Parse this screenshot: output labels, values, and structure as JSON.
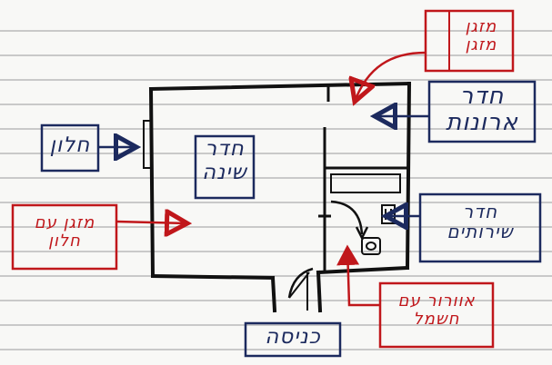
{
  "bedroom": {
    "line1": "חדר",
    "line2": "שינה"
  },
  "wardrobe_room": {
    "line1": "חדר",
    "line2": "ארונות"
  },
  "bathroom": {
    "line1": "חדר",
    "line2": "שירותים"
  },
  "window": {
    "label": "חלון"
  },
  "entrance": {
    "label": "כניסה"
  },
  "ac_unit": {
    "line1": "מזגן",
    "line2": "מזגן"
  },
  "ac_window": {
    "line1": "מזגן עם",
    "line2": "חלון"
  },
  "ac_bath": {
    "line1": "אוורור עם",
    "line2": "חשמל"
  },
  "colors": {
    "ink_blue": "#1c2a5e",
    "ink_red": "#c0171b",
    "ink_black": "#111111",
    "paper": "#f8f8f6",
    "rule_lines": "#c9c9c9"
  }
}
